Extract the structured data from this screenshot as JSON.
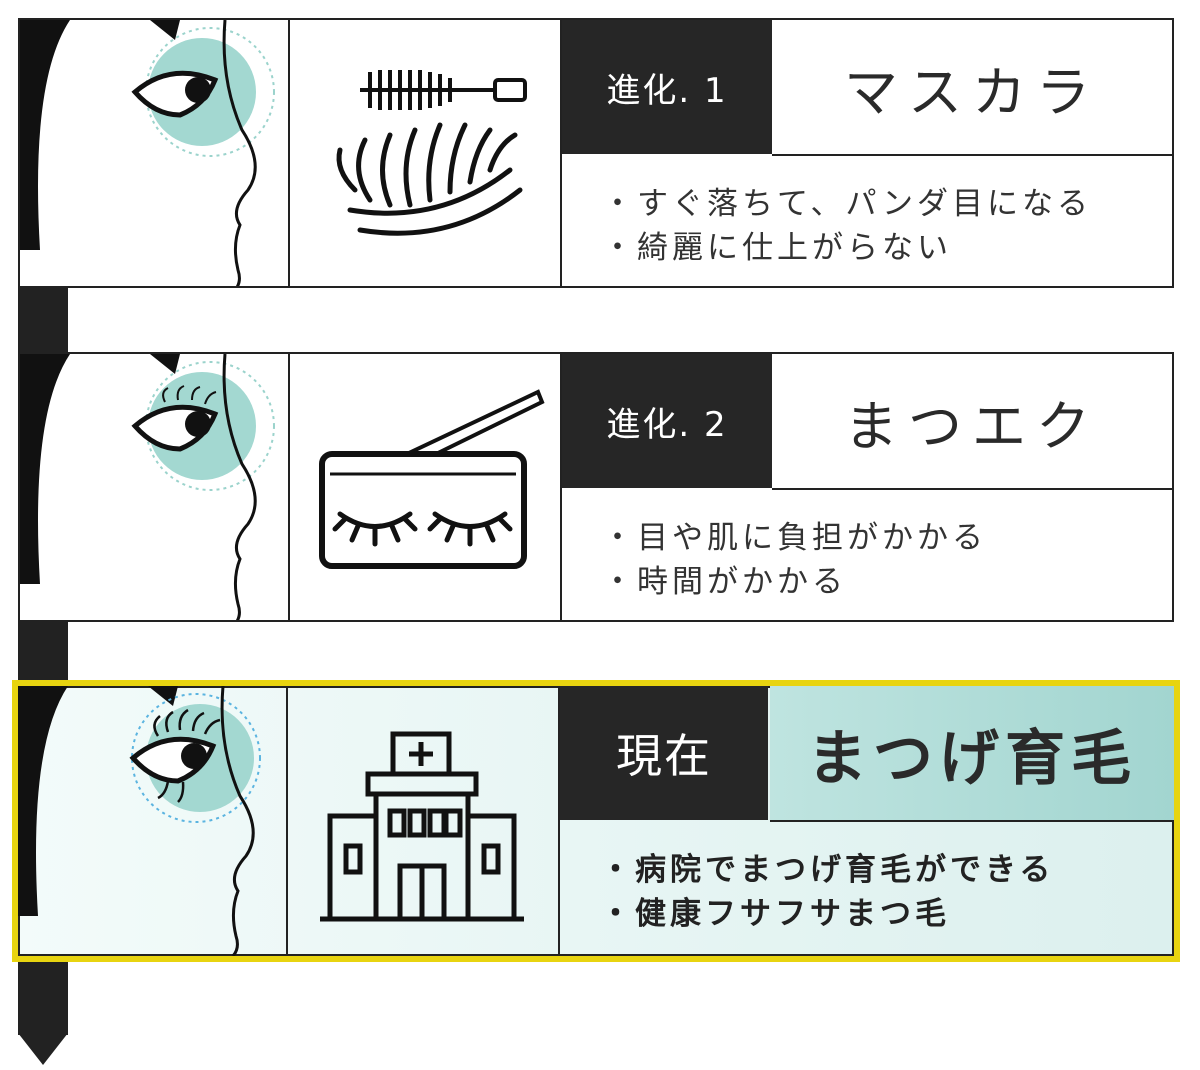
{
  "colors": {
    "timeline": "#222222",
    "highlight_border": "#e8d410",
    "accent_teal": "#8ccfc8",
    "tag_bg": "#262626"
  },
  "stages": [
    {
      "tag": "進化. 1",
      "title": "マスカラ",
      "icon": "mascara-icon",
      "notes": [
        "・すぐ落ちて、パンダ目になる",
        "・綺麗に仕上がらない"
      ]
    },
    {
      "tag": "進化. 2",
      "title": "まつエク",
      "icon": "eyelash-extension-icon",
      "notes": [
        "・目や肌に負担がかかる",
        "・時間がかかる"
      ]
    },
    {
      "tag": "現在",
      "title": "まつげ育毛",
      "icon": "hospital-icon",
      "notes": [
        "・病院でまつげ育毛ができる",
        "・健康フサフサまつ毛"
      ]
    }
  ]
}
